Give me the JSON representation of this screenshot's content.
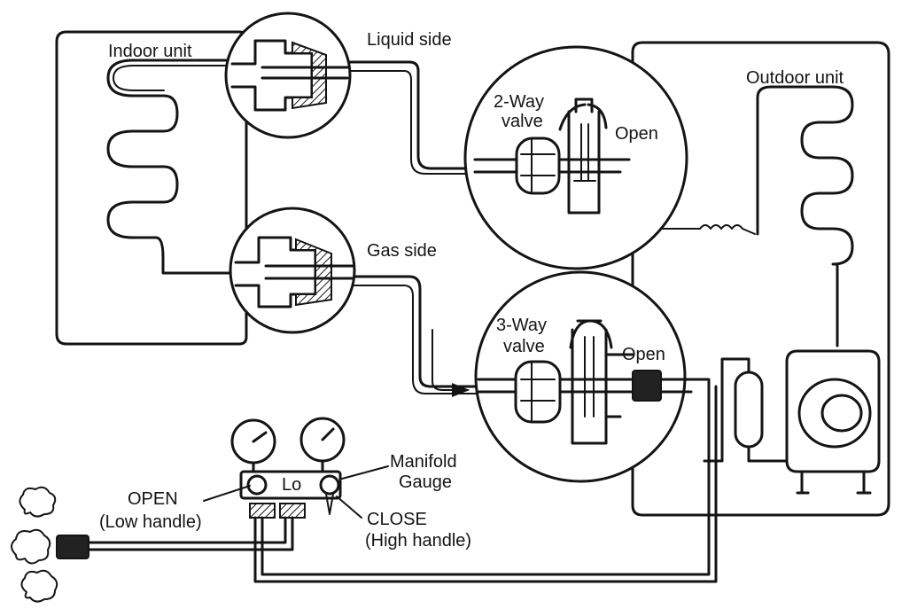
{
  "labels": {
    "indoor_unit": "Indoor unit",
    "liquid_side": "Liquid side",
    "gas_side": "Gas side",
    "outdoor_unit": "Outdoor unit",
    "two_way_valve": "2-Way",
    "two_way_valve_2": "valve",
    "two_way_state": "Open",
    "three_way_valve": "3-Way",
    "three_way_valve_2": "valve",
    "three_way_state": "Open",
    "manifold_gauge": "Manifold",
    "manifold_gauge_2": "Gauge",
    "lo": "Lo",
    "open_label": "OPEN",
    "open_sub": "(Low handle)",
    "close_label": "CLOSE",
    "close_sub": "(High handle)"
  },
  "colors": {
    "line": "#141414",
    "background": "#ffffff"
  }
}
